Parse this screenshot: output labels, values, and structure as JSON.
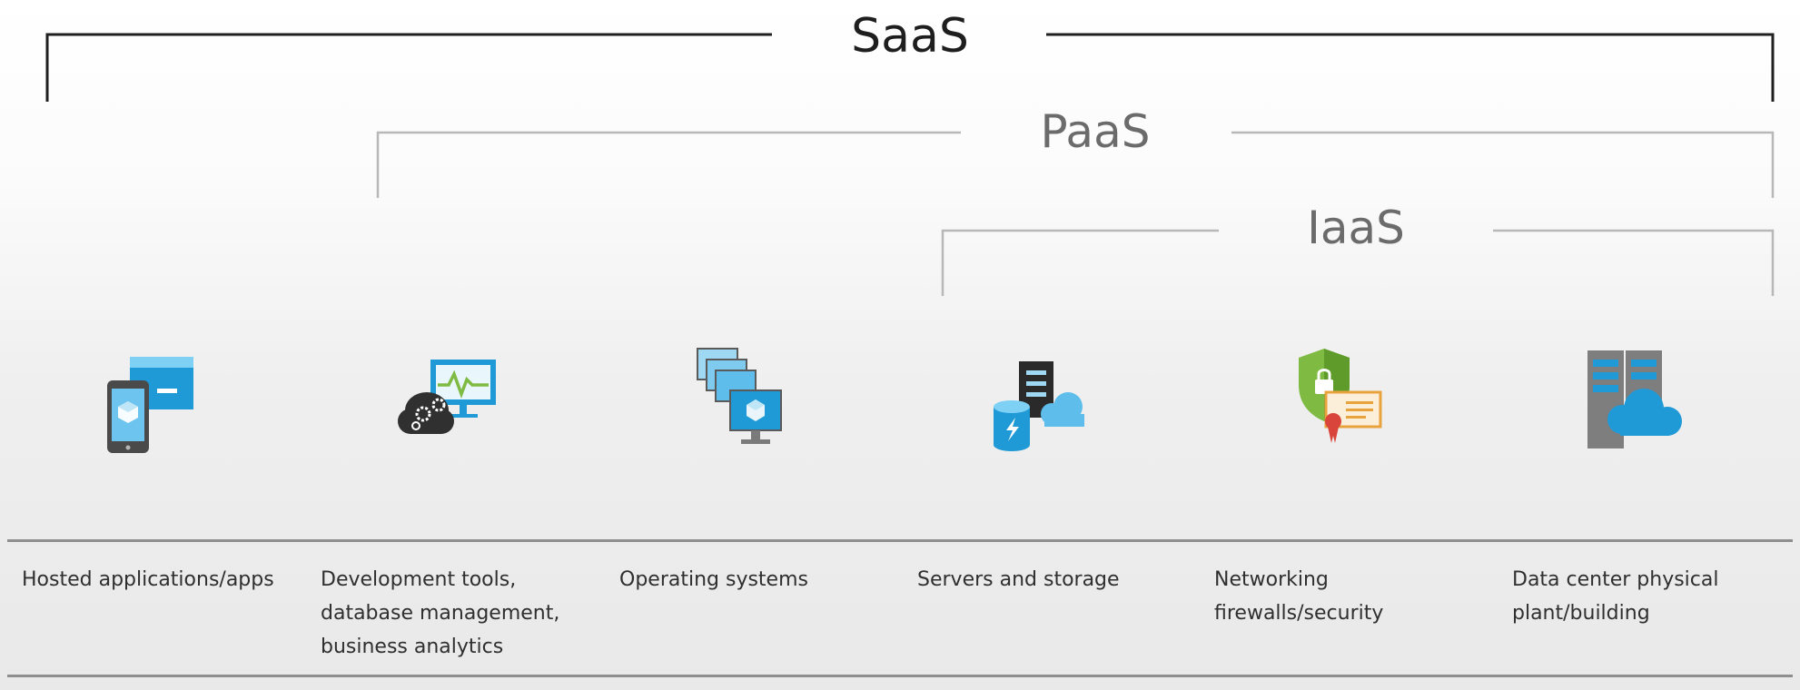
{
  "scopes": {
    "saas": "SaaS",
    "paas": "PaaS",
    "iaas": "IaaS"
  },
  "columns": [
    {
      "icon": "mobile-app-icon",
      "label": "Hosted applications/apps"
    },
    {
      "icon": "dev-tools-icon",
      "label": "Development tools,\ndatabase management,\nbusiness analytics"
    },
    {
      "icon": "virtual-machines-icon",
      "label": "Operating systems"
    },
    {
      "icon": "server-storage-icon",
      "label": "Servers and storage"
    },
    {
      "icon": "security-certificate-icon",
      "label": "Networking\nfirewalls/security"
    },
    {
      "icon": "datacenter-icon",
      "label": "Data center physical\nplant/building"
    }
  ],
  "colors": {
    "saas_bracket": "#1f1f1f",
    "paas_bracket": "#b8b8b8",
    "iaas_bracket": "#b8b8b8",
    "azure_blue": "#1f9ad6",
    "shield_green": "#7fba42",
    "certificate_orange": "#e8a33d"
  }
}
